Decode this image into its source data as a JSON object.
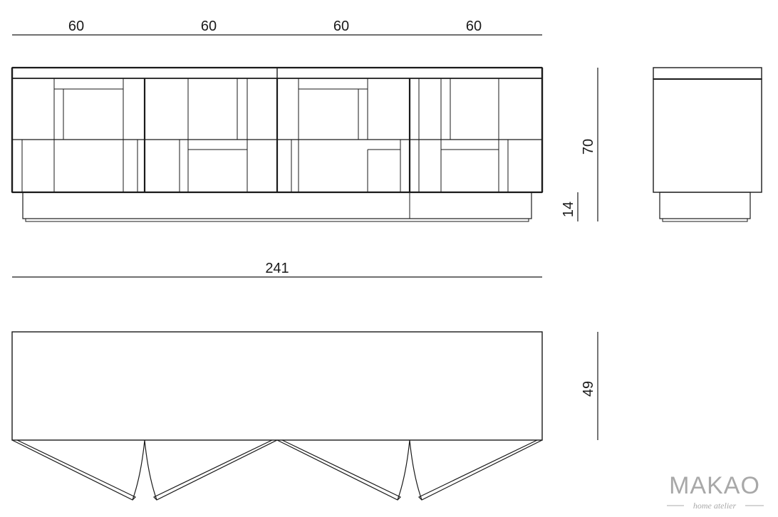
{
  "dimensions": {
    "module_widths": [
      "60",
      "60",
      "60",
      "60"
    ],
    "total_width": "241",
    "body_height": "70",
    "plinth_height": "14",
    "depth": "49"
  },
  "brand": {
    "name": "MAKAO",
    "tagline": "home atelier"
  },
  "colors": {
    "line": "#1a1a1a",
    "logo": "#a8a8a8"
  }
}
